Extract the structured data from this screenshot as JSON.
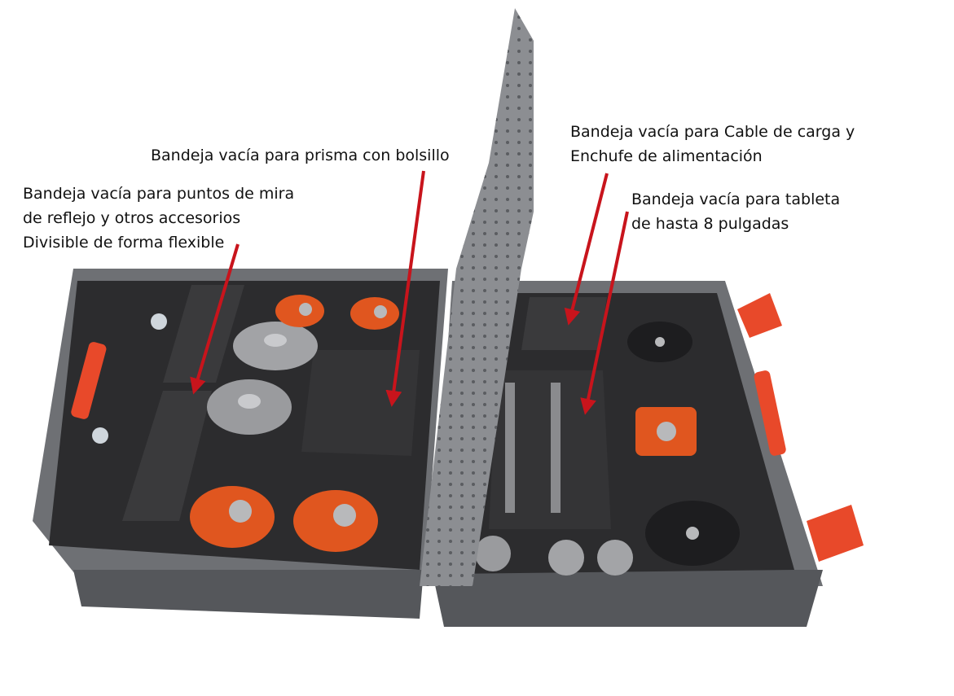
{
  "annotations": {
    "left_tray": {
      "lines": [
        "Bandeja vacía para puntos de mira",
        "de reflejo y otros accesorios",
        "Divisible de forma flexible"
      ]
    },
    "prism_tray": {
      "lines": [
        "Bandeja vacía para prisma con bolsillo"
      ]
    },
    "cable_tray": {
      "lines": [
        "Bandeja vacía para Cable de carga y",
        "Enchufe de alimentación"
      ]
    },
    "tablet_tray": {
      "lines": [
        "Bandeja vacía para tableta",
        "de hasta 8 pulgadas"
      ]
    }
  },
  "colors": {
    "case_grey": "#6e7074",
    "case_dark": "#55575b",
    "foam": "#2c2c2e",
    "foam_light": "#3a3a3c",
    "lid_grey": "#8c8e92",
    "orange": "#e0561f",
    "arrow_red": "#c8141c",
    "handle_orange": "#e8492a"
  }
}
